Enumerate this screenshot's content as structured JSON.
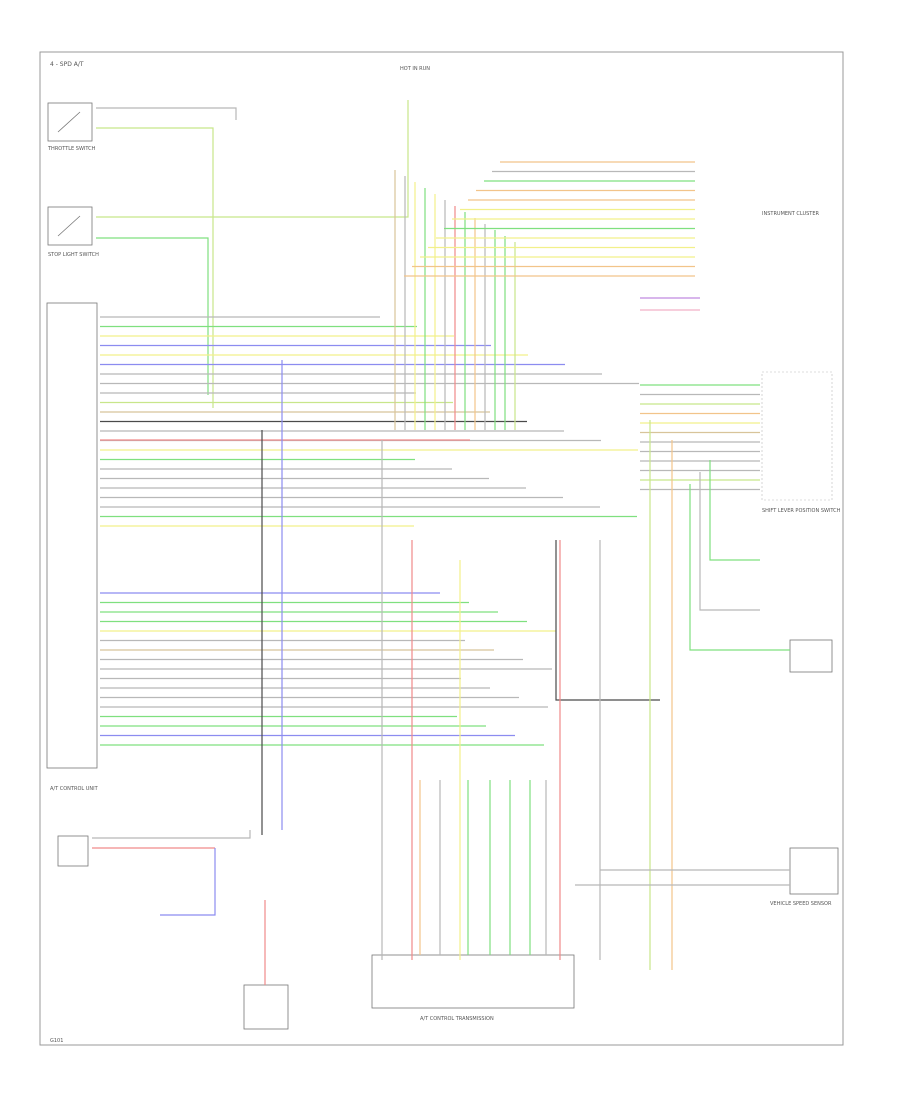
{
  "diagram": {
    "header_label": "4 - SPD A/T"
  },
  "components": {
    "throttle_switch": {
      "label": "THROTTLE SWITCH"
    },
    "brake_switch": {
      "label": "STOP LIGHT SWITCH"
    },
    "tcm": {
      "label": "A/T CONTROL UNIT"
    },
    "fuse_hot": {
      "label": "HOT IN RUN"
    },
    "instrument_cluster": {
      "label": "INSTRUMENT CLUSTER"
    },
    "shift_lever": {
      "label": "SHIFT LEVER POSITION SWITCH"
    },
    "transmission": {
      "label": "A/T CONTROL TRANSMISSION"
    },
    "speed_sensor": {
      "label": "VEHICLE SPEED SENSOR"
    },
    "ground": {
      "label": "G101"
    }
  },
  "wire_colors": {
    "yellow_green": "#c8e68a",
    "green": "#7fe07f",
    "blue": "#8c8cf0",
    "yellow": "#f2f08a",
    "orange": "#f2c48a",
    "tan": "#d8c49a",
    "gray": "#b8b8b8",
    "black": "#4a4a4a",
    "red": "#f08a8a",
    "pink": "#f2b0c8",
    "purple": "#c08ae0"
  }
}
